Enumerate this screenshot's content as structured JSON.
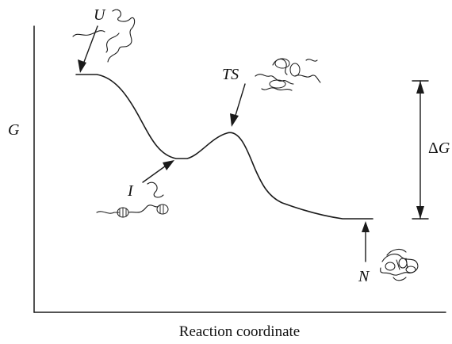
{
  "axis": {
    "y_label": "G",
    "x_label": "Reaction coordinate"
  },
  "states": {
    "unfolded": "U",
    "transition_state": "TS",
    "intermediate": "I",
    "native": "N"
  },
  "energy_gap": {
    "delta_symbol": "Δ",
    "variable": "G"
  },
  "colors": {
    "ink": "#1a1a1a",
    "background": "#ffffff"
  }
}
